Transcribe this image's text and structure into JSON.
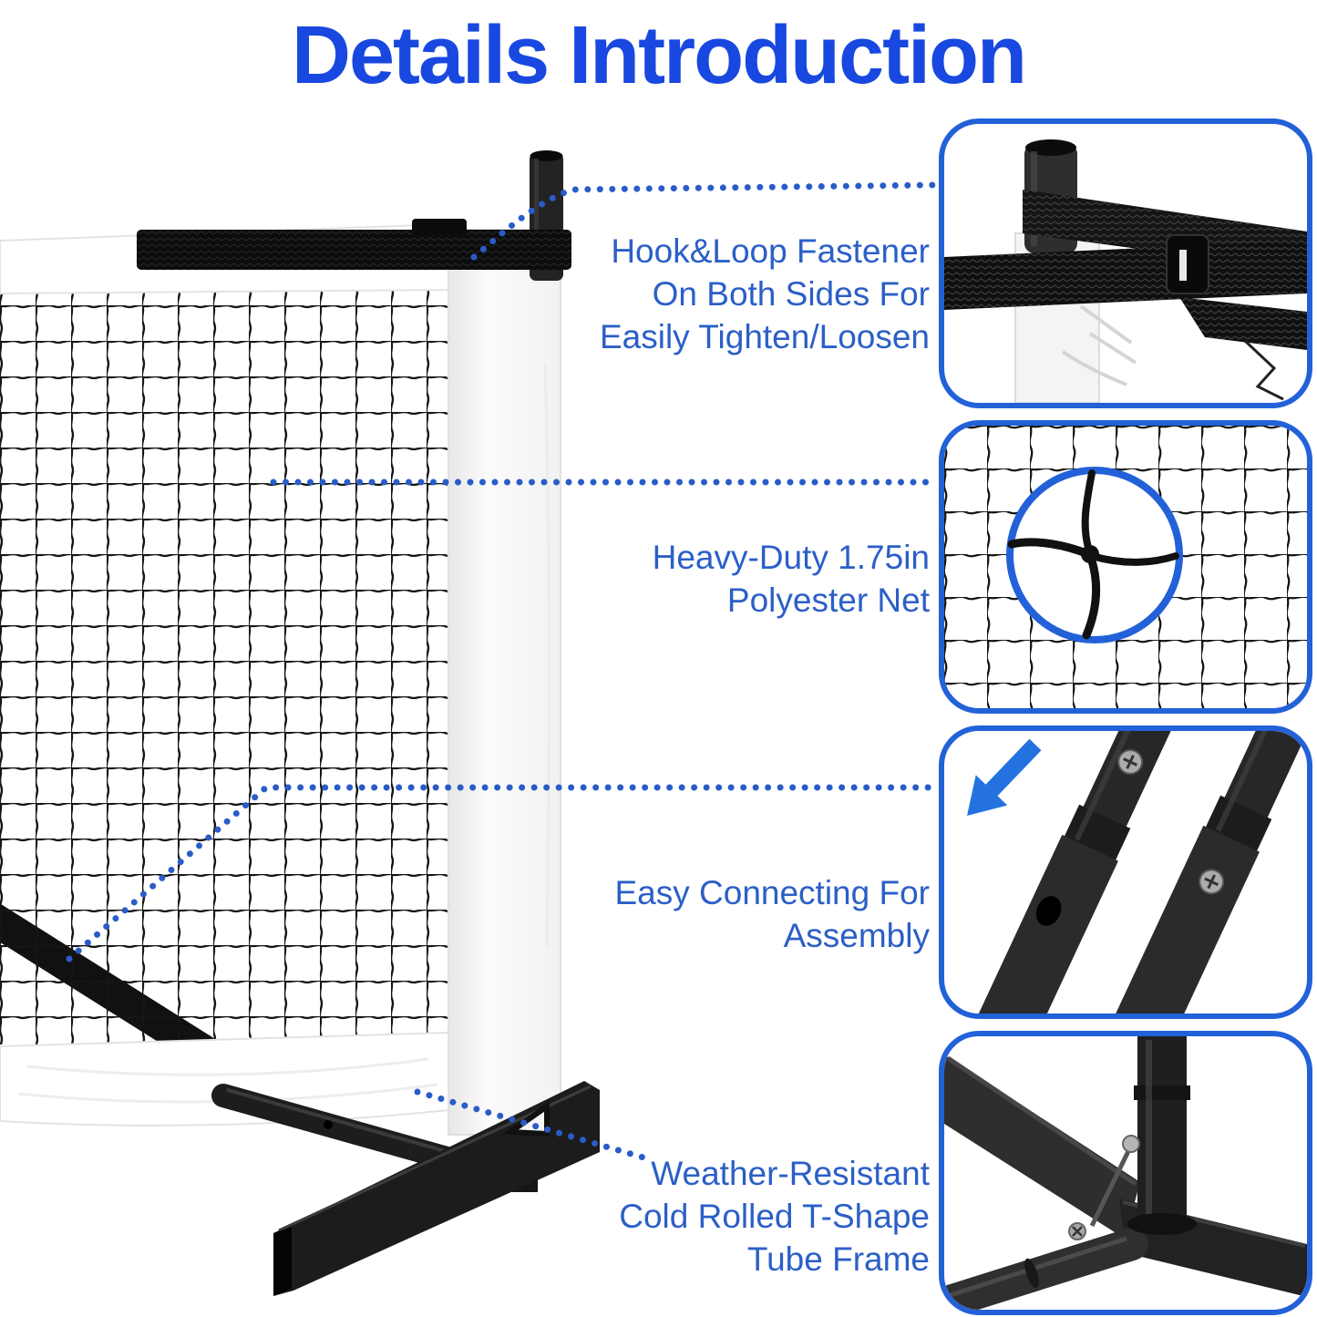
{
  "title": {
    "text": "Details Introduction"
  },
  "annotations": [
    {
      "id": "hook-loop-fastener",
      "lines": [
        "Hook&Loop Fastener",
        "On Both Sides For",
        "Easily Tighten/Loosen"
      ]
    },
    {
      "id": "polyester-net",
      "lines": [
        "Heavy-Duty 1.75in",
        "Polyester Net"
      ]
    },
    {
      "id": "easy-connecting",
      "lines": [
        "Easy Connecting For",
        "Assembly"
      ]
    },
    {
      "id": "tube-frame",
      "lines": [
        "Weather-Resistant",
        "Cold Rolled T-Shape",
        "Tube Frame"
      ]
    }
  ],
  "callouts": [
    {
      "id": "fastener-closeup"
    },
    {
      "id": "net-mesh-closeup"
    },
    {
      "id": "pole-connection-closeup"
    },
    {
      "id": "t-shape-base-closeup"
    }
  ],
  "colors": {
    "title_blue": "#1848E0",
    "caption_blue": "#2B5FC7",
    "leader_dot_blue": "#2A5CC8",
    "callout_border_blue": "#2261D8",
    "arrow_blue": "#2472E0",
    "net_black": "#161616",
    "background": "#FFFFFF"
  }
}
